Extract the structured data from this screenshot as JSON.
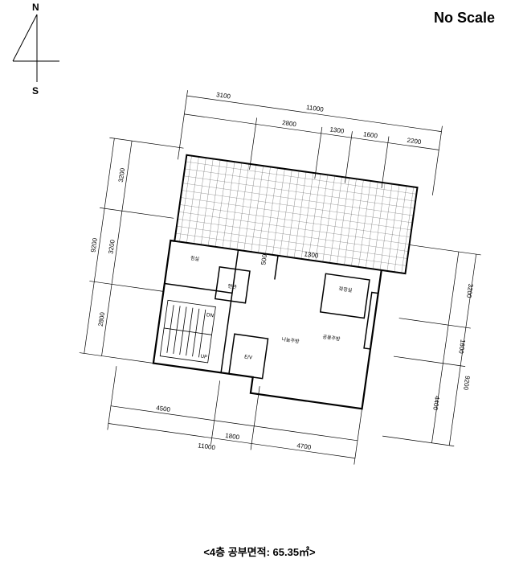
{
  "compass": {
    "north": "N",
    "south": "S"
  },
  "scale_label": "No Scale",
  "caption": "<4층 공부면적: 65.35㎡>",
  "dims": {
    "top_total": "11000",
    "top_a": "3100",
    "top_b": "2800",
    "top_c": "1300",
    "top_d": "1600",
    "top_e": "2200",
    "left_total": "9200",
    "left_a": "3200",
    "left_b": "3200",
    "left_c": "2800",
    "right_total": "9200",
    "right_a": "3200",
    "right_b": "1600",
    "right_c": "4400",
    "bottom_total": "11000",
    "bottom_a": "4500",
    "bottom_b": "1800",
    "bottom_c": "4700",
    "inner_a": "1300",
    "inner_b": "500"
  },
  "rooms": {
    "bedroom": "침실",
    "room_a": "현관",
    "bath": "화장실",
    "shared": "나눔주방",
    "common": "공용주방",
    "ev": "E/V",
    "dn": "DN",
    "up": "UP"
  }
}
